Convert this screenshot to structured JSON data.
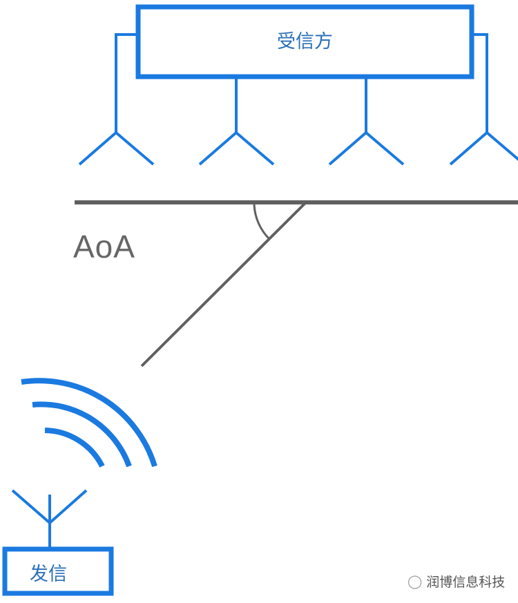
{
  "receiver": {
    "label": "受信方"
  },
  "transmitter": {
    "label": "发信"
  },
  "angle_label": "AoA",
  "watermark": "润博信息科技",
  "colors": {
    "blue": "#1a7ae0",
    "gray": "#606060"
  }
}
